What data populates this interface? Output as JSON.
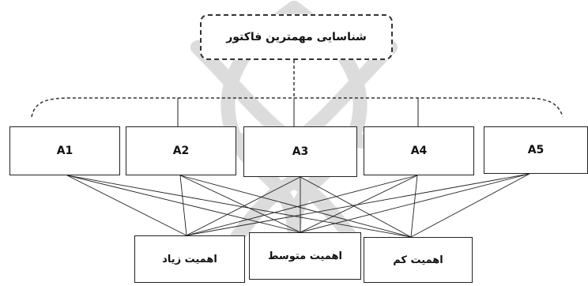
{
  "goal": {
    "label": "شناسایی مهمترین فاکتور"
  },
  "alternatives": [
    {
      "id": "a1",
      "label": "A1"
    },
    {
      "id": "a2",
      "label": "A2"
    },
    {
      "id": "a3",
      "label": "A3"
    },
    {
      "id": "a4",
      "label": "A4"
    },
    {
      "id": "a5",
      "label": "A5"
    }
  ],
  "criteria": [
    {
      "id": "high",
      "label": "اهمیت زیاد"
    },
    {
      "id": "medium",
      "label": "اهمیت متوسط"
    },
    {
      "id": "low",
      "label": "اهمیت کم"
    }
  ],
  "colors": {
    "line": "#222222",
    "dashed": "#333333",
    "watermark": "#d8d8d8"
  }
}
